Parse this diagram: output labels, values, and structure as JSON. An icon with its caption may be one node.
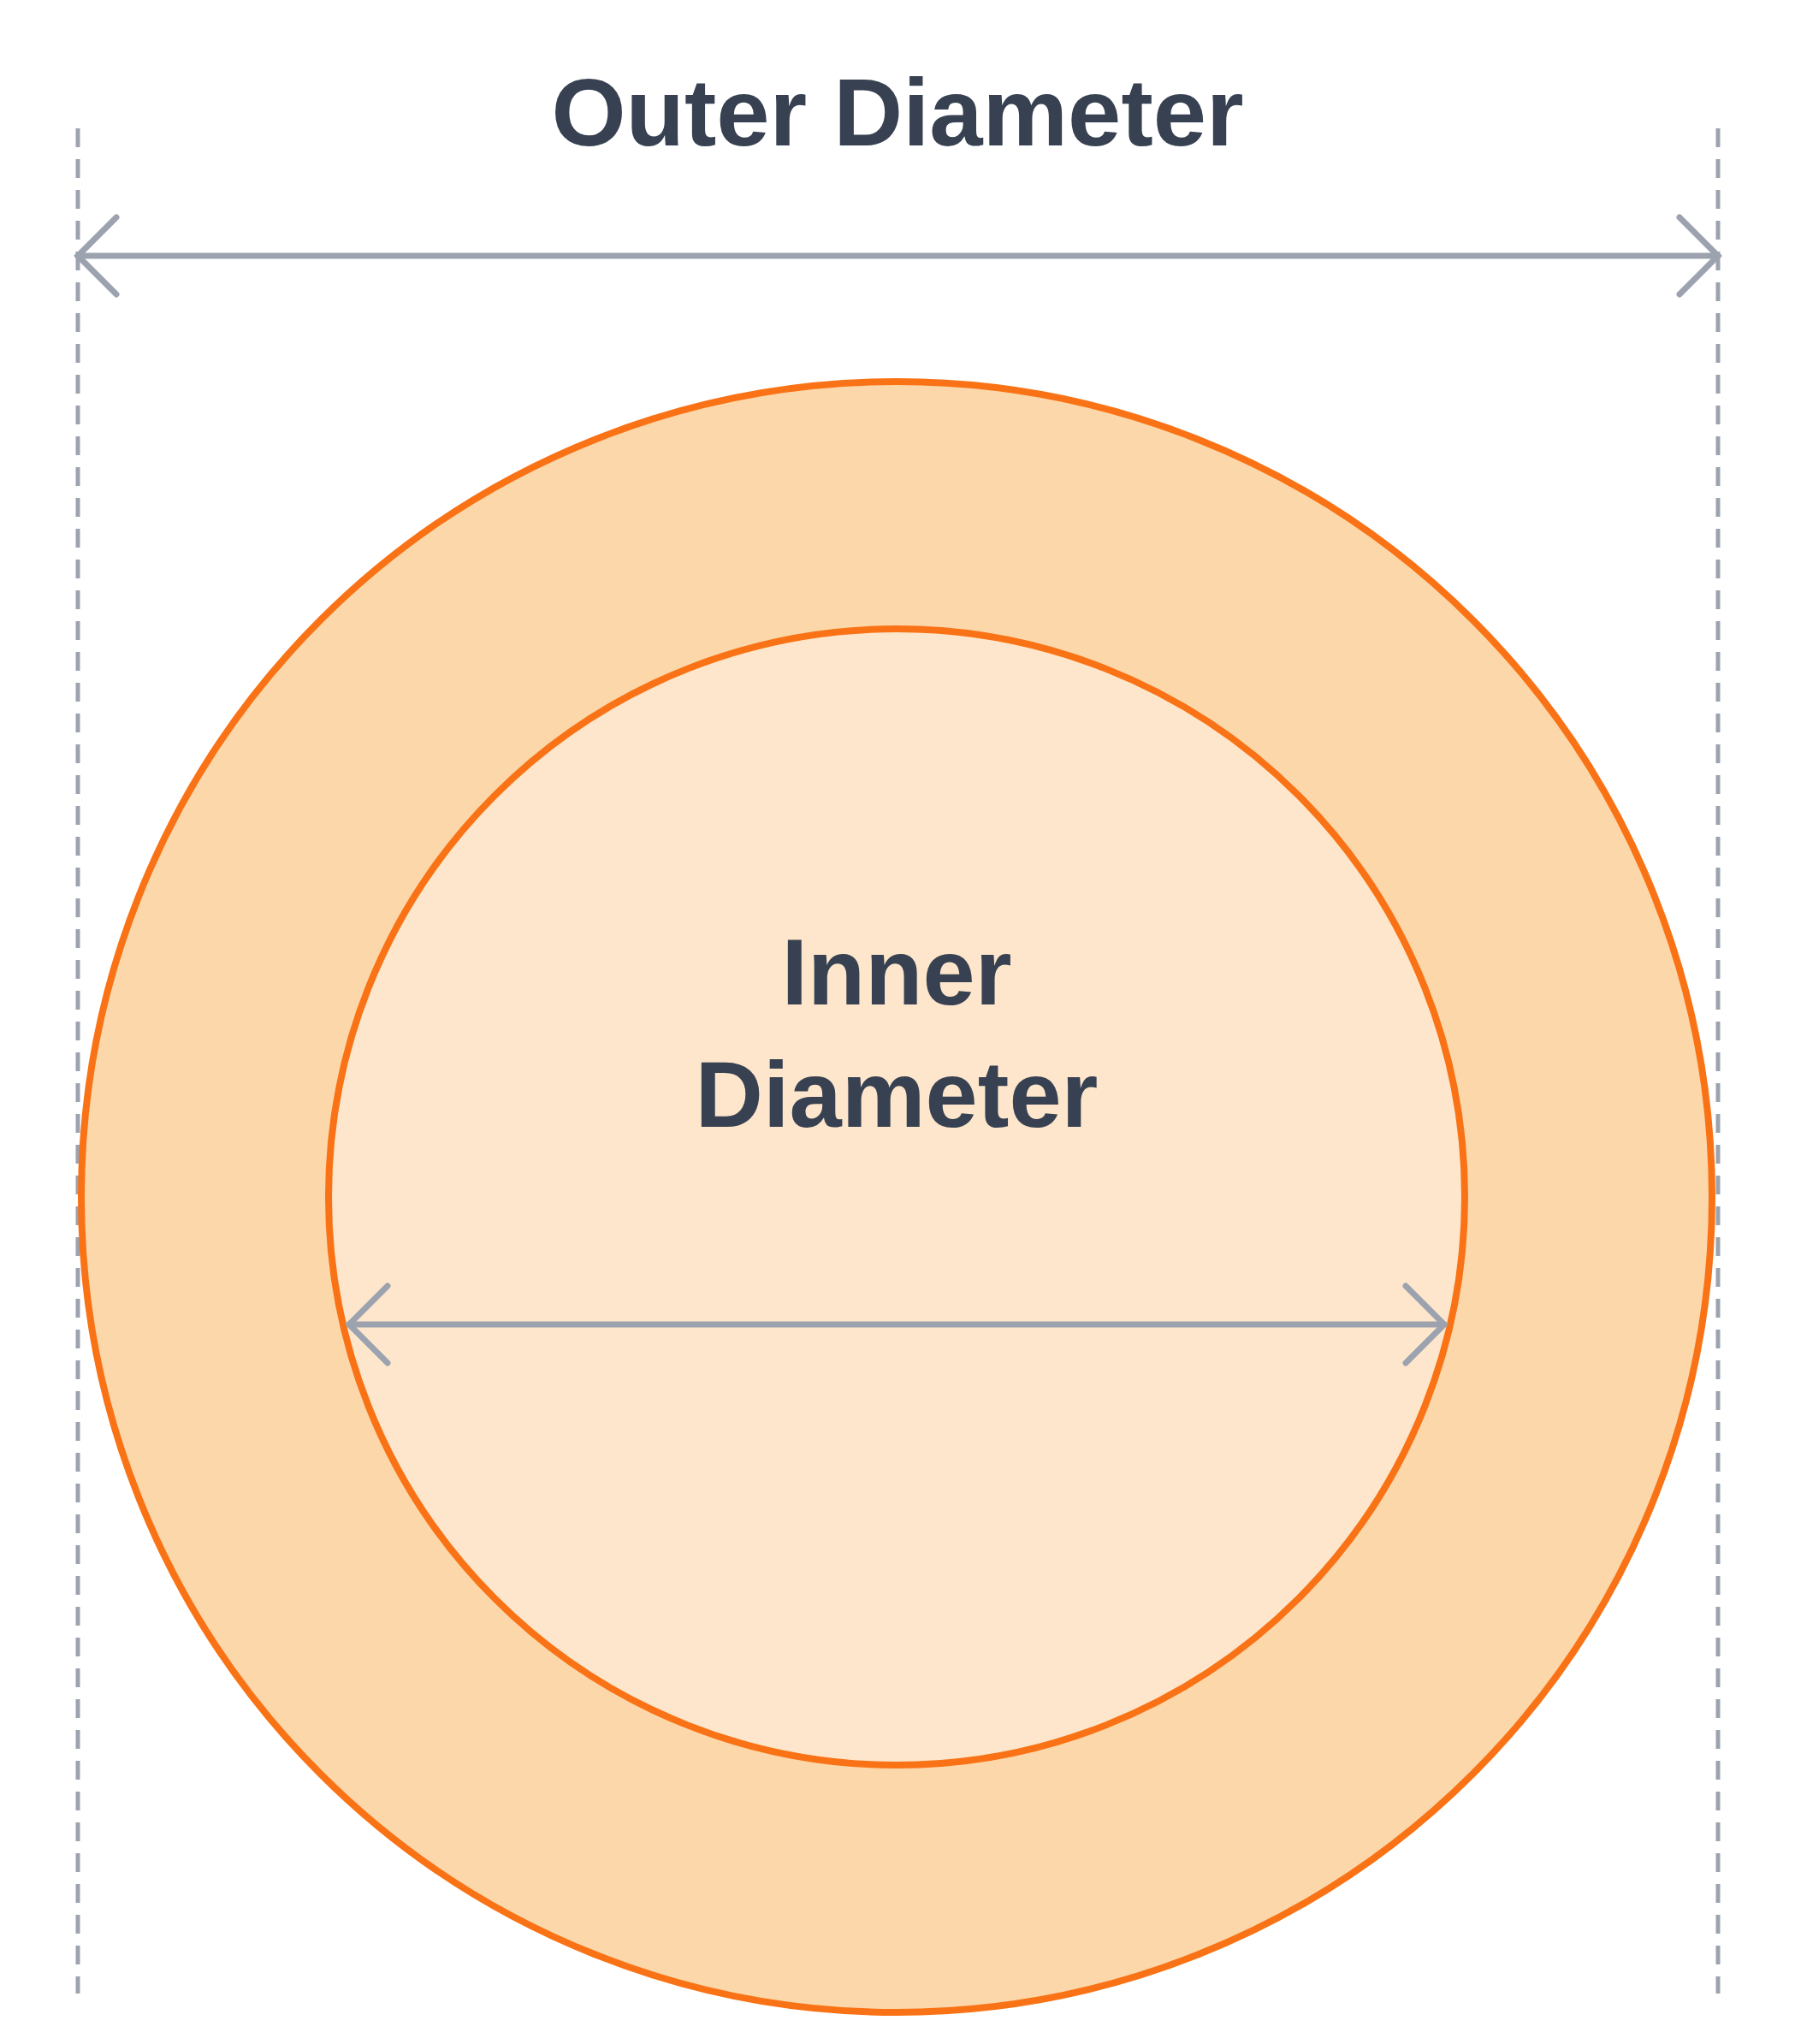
{
  "diagram": {
    "nodes": [
      {
        "text": [],
        "shape": "circle"
      },
      {
        "text": [
          "Inner Diameter"
        ],
        "in": 0
      }
    ],
    "edges": [],
    "labels": [
      "Outer Diameter"
    ]
  }
}
